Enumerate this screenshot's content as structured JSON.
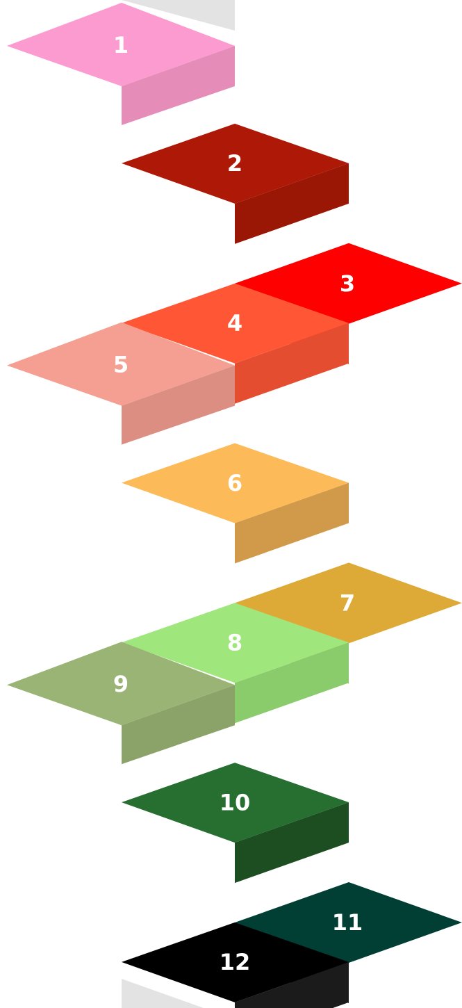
{
  "steps": [
    {
      "label": "1",
      "top": "#FC9BCF",
      "riser": "#E58CB8"
    },
    {
      "label": "2",
      "top": "#AE1806",
      "riser": "#9A1605"
    },
    {
      "label": "3",
      "top": "#FE0000",
      "riser": "#E40000"
    },
    {
      "label": "4",
      "top": "#FF5736",
      "riser": "#E54D30"
    },
    {
      "label": "5",
      "top": "#F59F92",
      "riser": "#DD8E83"
    },
    {
      "label": "6",
      "top": "#FDBA58",
      "riser": "#D09A4A"
    },
    {
      "label": "7",
      "top": "#DEAA37",
      "riser": "#C79831"
    },
    {
      "label": "8",
      "top": "#9FE77C",
      "riser": "#8ACB6C"
    },
    {
      "label": "9",
      "top": "#9AB475",
      "riser": "#8BA269"
    },
    {
      "label": "10",
      "top": "#276E31",
      "riser": "#1D4E21"
    },
    {
      "label": "11",
      "top": "#013E34",
      "riser": "#002825"
    },
    {
      "label": "12",
      "top": "#000000",
      "riser": "#1B1B1B"
    }
  ],
  "post_color": "#E3E3E3"
}
